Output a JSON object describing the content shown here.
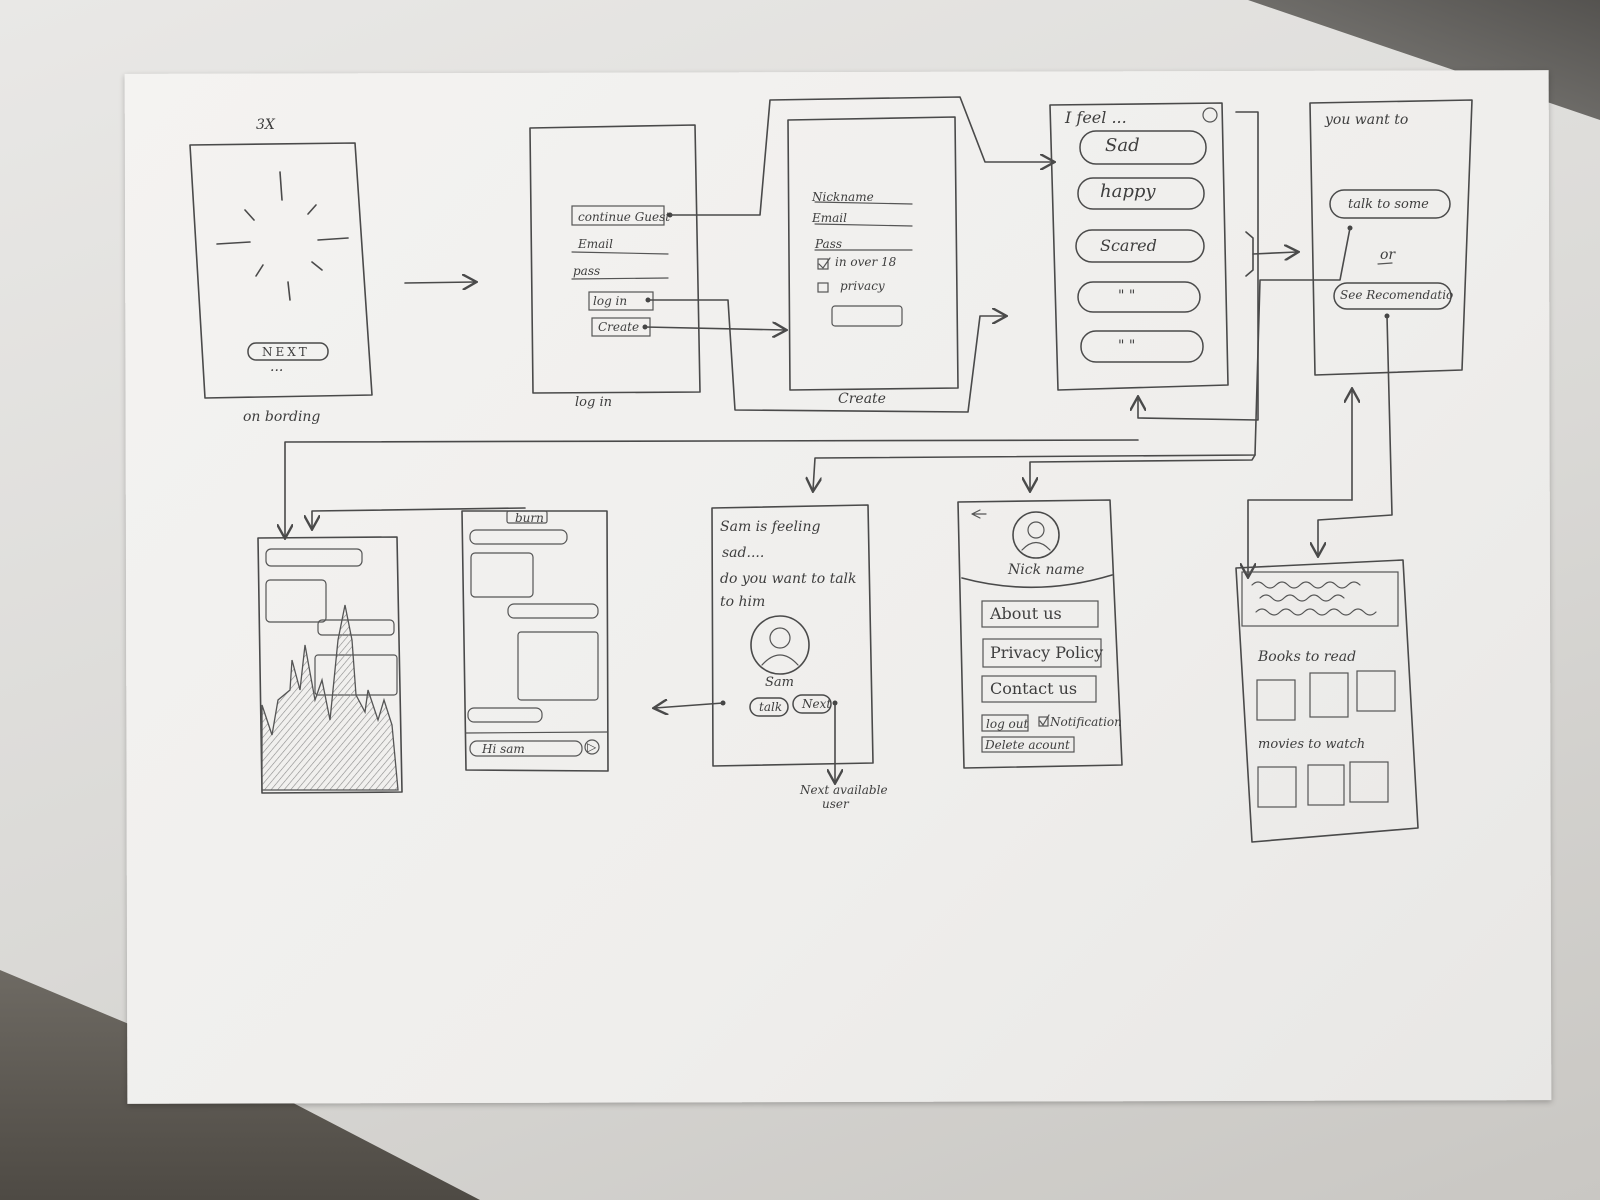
{
  "onboarding": {
    "top_note": "3X",
    "next_button": "NEXT",
    "dots": "...",
    "caption": "on bording"
  },
  "login": {
    "continue_guest": "continue Guest",
    "email": "Email",
    "pass": "pass",
    "login_button": "log in",
    "create_button": "Create",
    "caption": "log in"
  },
  "create": {
    "nickname": "Nickname",
    "email": "Email",
    "pass": "Pass",
    "over18": "in over 18",
    "privacy": "privacy",
    "caption": "Create"
  },
  "feel": {
    "title": "I feel ...",
    "options": [
      "Sad",
      "happy",
      "Scared",
      "\" \"",
      "\" \""
    ]
  },
  "want": {
    "title": "you want to",
    "talk_button": "talk to some",
    "or_label": "or",
    "recommend_button": "See Recomendatio"
  },
  "match": {
    "line1": "Sam is feeling",
    "line2": "sad....",
    "line3": "do you want to talk",
    "line4": "to him",
    "name": "Sam",
    "talk_button": "talk",
    "next_button": "Next",
    "next_note_1": "Next available",
    "next_note_2": "user"
  },
  "chat": {
    "burn_button": "burn",
    "input_text": "Hi sam"
  },
  "profile": {
    "back_icon": "arrow-left-icon",
    "nickname": "Nick name",
    "about": "About us",
    "privacy": "Privacy Policy",
    "contact": "Contact us",
    "logout": "log out",
    "notification": "Notification",
    "delete": "Delete acount"
  },
  "recs": {
    "books_label": "Books to read",
    "movies_label": "movies to watch"
  },
  "colors": {
    "paper": "#f0efed",
    "pencil": "#4a4a4a"
  }
}
